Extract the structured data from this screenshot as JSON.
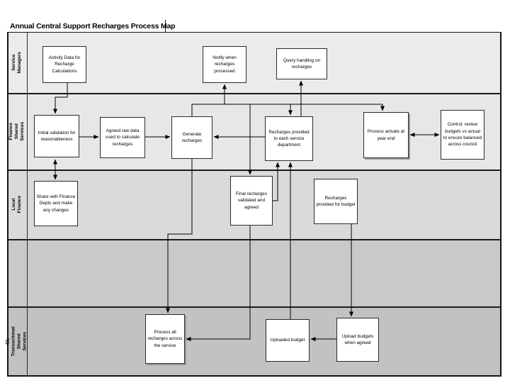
{
  "title": "Annual Central Support Recharges Process Map",
  "lanes": [
    {
      "id": "service-managers",
      "label": "Service Managers"
    },
    {
      "id": "finance-shared-services",
      "label": "Finance Shared Services"
    },
    {
      "id": "local-finance",
      "label": "Local Finance"
    },
    {
      "id": "unlabeled",
      "label": ""
    },
    {
      "id": "gl-transactional-shared-services",
      "label": "GL Transactional Shared Services"
    }
  ],
  "nodes": {
    "activity_data": {
      "label": "Activity Data for Recharge Calculations",
      "lane": "Service Managers"
    },
    "notify_processed": {
      "label": "Notify when recharges processed",
      "lane": "Service Managers"
    },
    "query_handling": {
      "label": "Query handling on recharges",
      "lane": "Service Managers"
    },
    "initial_validation": {
      "label": "Initial validation for reasonableness",
      "lane": "Finance Shared Services"
    },
    "agreed_raw_data": {
      "label": "Agreed raw data used to calculate recharges",
      "lane": "Finance Shared Services"
    },
    "generate_recharges": {
      "label": "Generate recharges",
      "lane": "Finance Shared Services"
    },
    "recharges_provided": {
      "label": "Recharges provided to each service department",
      "lane": "Finance Shared Services"
    },
    "process_actuals": {
      "label": "Process actuals at year end",
      "lane": "Finance Shared Services"
    },
    "control_review": {
      "label": "Control: review budgets vs actual to ensure balanced across council",
      "lane": "Finance Shared Services"
    },
    "share_with_finance": {
      "label": "Share with Finance Depts and make any changes",
      "lane": "Local Finance"
    },
    "final_recharges": {
      "label": "Final recharges validated and agreed",
      "lane": "Local Finance"
    },
    "recharges_for_budget": {
      "label": "Recharges provided for budget",
      "lane": "Local Finance"
    },
    "process_all_recharges": {
      "label": "Process all recharges across the service",
      "lane": "GL Transactional Shared Services"
    },
    "uploaded_budget": {
      "label": "Uploaded budget",
      "lane": "GL Transactional Shared Services"
    },
    "upload_when_agreed": {
      "label": "Upload budgets when agreed",
      "lane": "GL Transactional Shared Services"
    }
  },
  "edges": [
    {
      "from": "activity_data",
      "to": "initial_validation",
      "bidirectional": false
    },
    {
      "from": "initial_validation",
      "to": "share_with_finance",
      "bidirectional": true
    },
    {
      "from": "initial_validation",
      "to": "agreed_raw_data",
      "bidirectional": false
    },
    {
      "from": "agreed_raw_data",
      "to": "generate_recharges",
      "bidirectional": false
    },
    {
      "from": "generate_recharges",
      "to": "notify_processed",
      "bidirectional": false
    },
    {
      "from": "generate_recharges",
      "to": "final_recharges",
      "bidirectional": false
    },
    {
      "from": "generate_recharges",
      "to": "recharges_provided",
      "bidirectional": false
    },
    {
      "from": "generate_recharges",
      "to": "process_actuals",
      "bidirectional": false
    },
    {
      "from": "recharges_provided",
      "to": "query_handling",
      "bidirectional": false
    },
    {
      "from": "recharges_provided",
      "to": "generate_recharges",
      "bidirectional": false
    },
    {
      "from": "final_recharges",
      "to": "recharges_provided",
      "bidirectional": false
    },
    {
      "from": "uploaded_budget",
      "to": "recharges_provided",
      "bidirectional": false
    },
    {
      "from": "generate_recharges",
      "to": "process_all_recharges",
      "bidirectional": false
    },
    {
      "from": "final_recharges",
      "to": "process_all_recharges",
      "bidirectional": false
    },
    {
      "from": "recharges_for_budget",
      "to": "upload_when_agreed",
      "bidirectional": false
    },
    {
      "from": "upload_when_agreed",
      "to": "uploaded_budget",
      "bidirectional": false
    },
    {
      "from": "process_actuals",
      "to": "control_review",
      "bidirectional": true
    }
  ],
  "colors": {
    "lane1_fill": "#ebebeb",
    "lane2_fill": "#e7e7e7",
    "lane3_fill": "#dadada",
    "lane4_fill": "#c9c9c9",
    "lane5_fill": "#c2c2c2",
    "node_fill": "#ffffff",
    "line": "#000000"
  }
}
